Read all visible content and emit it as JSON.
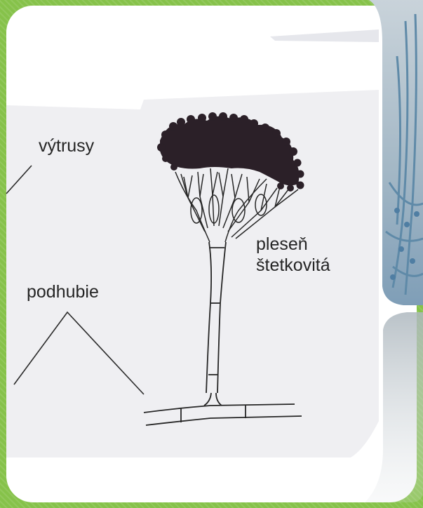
{
  "labels": {
    "spores": "výtrusy",
    "mycelium": "podhubie",
    "species_line1": "pleseň",
    "species_line2": "štetkovitá"
  },
  "colors": {
    "frame": "#86c24a",
    "paper": "#efeff2",
    "ink": "#252525",
    "spores": "#2b2028",
    "photo_blue": "#9fb7c7"
  }
}
